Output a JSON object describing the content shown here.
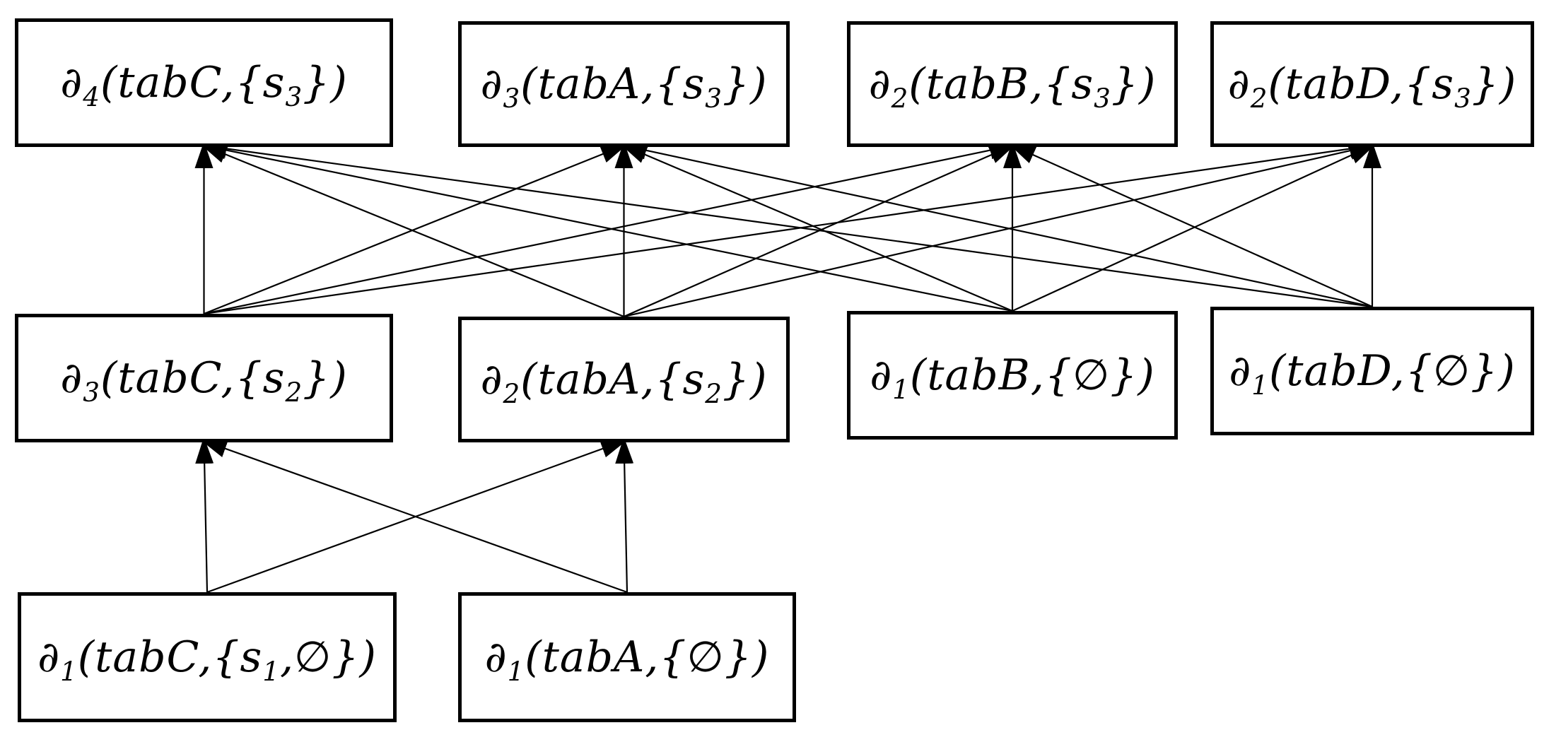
{
  "diagram": {
    "title": "derivation-lattice",
    "background": "#ffffff",
    "box_border_color": "#000000",
    "edge_color": "#000000",
    "text_color": "#000000"
  },
  "nodes": {
    "t1": {
      "parts": [
        "∂",
        "4",
        "(tabC,{",
        "s",
        "3",
        "})"
      ],
      "unicode": "∂₄(tabC,{s₃})"
    },
    "t2": {
      "parts": [
        "∂",
        "3",
        "(tabA,{",
        "s",
        "3",
        "})"
      ],
      "unicode": "∂₃(tabA,{s₃})"
    },
    "t3": {
      "parts": [
        "∂",
        "2",
        "(tabB,{",
        "s",
        "3",
        "})"
      ],
      "unicode": "∂₂(tabB,{s₃})"
    },
    "t4": {
      "parts": [
        "∂",
        "2",
        "(tabD,{",
        "s",
        "3",
        "})"
      ],
      "unicode": "∂₂(tabD,{s₃})"
    },
    "m1": {
      "parts": [
        "∂",
        "3",
        "(tabC,{",
        "s",
        "2",
        "})"
      ],
      "unicode": "∂₃(tabC,{s₂})"
    },
    "m2": {
      "parts": [
        "∂",
        "2",
        "(tabA,{",
        "s",
        "2",
        "})"
      ],
      "unicode": "∂₂(tabA,{s₂})"
    },
    "m3": {
      "parts": [
        "∂",
        "1",
        "(tabB,{∅})"
      ],
      "unicode": "∂₁(tabB,{∅})"
    },
    "m4": {
      "parts": [
        "∂",
        "1",
        "(tabD,{∅})"
      ],
      "unicode": "∂₁(tabD,{∅})"
    },
    "b1": {
      "parts": [
        "∂",
        "1",
        "(tabC,{",
        "s",
        "1",
        ",∅})"
      ],
      "unicode": "∂₁(tabC,{s₁,∅})"
    },
    "b2": {
      "parts": [
        "∂",
        "1",
        "(tabA,{∅})"
      ],
      "unicode": "∂₁(tabA,{∅})"
    }
  },
  "edges": [
    {
      "from": "m1",
      "to": "t1"
    },
    {
      "from": "m1",
      "to": "t2"
    },
    {
      "from": "m1",
      "to": "t3"
    },
    {
      "from": "m1",
      "to": "t4"
    },
    {
      "from": "m2",
      "to": "t1"
    },
    {
      "from": "m2",
      "to": "t2"
    },
    {
      "from": "m2",
      "to": "t3"
    },
    {
      "from": "m2",
      "to": "t4"
    },
    {
      "from": "m3",
      "to": "t1"
    },
    {
      "from": "m3",
      "to": "t2"
    },
    {
      "from": "m3",
      "to": "t3"
    },
    {
      "from": "m3",
      "to": "t4"
    },
    {
      "from": "m4",
      "to": "t1"
    },
    {
      "from": "m4",
      "to": "t2"
    },
    {
      "from": "m4",
      "to": "t3"
    },
    {
      "from": "m4",
      "to": "t4"
    },
    {
      "from": "b1",
      "to": "m1"
    },
    {
      "from": "b1",
      "to": "m2"
    },
    {
      "from": "b2",
      "to": "m1"
    },
    {
      "from": "b2",
      "to": "m2"
    }
  ]
}
